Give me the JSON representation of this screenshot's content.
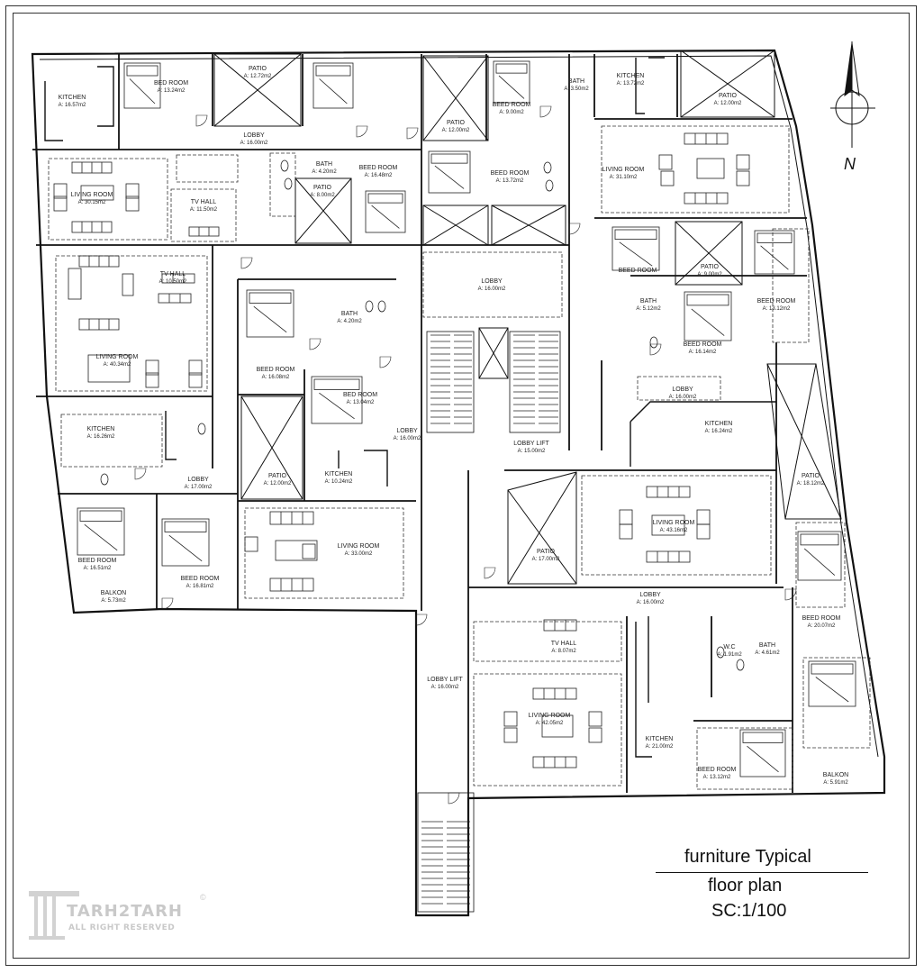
{
  "north_label": "N",
  "title": {
    "line1": "furniture Typical",
    "line2": "floor plan",
    "line3": "SC:1/100"
  },
  "watermark": {
    "name": "TARH2TARH",
    "sub": "ALL RIGHT RESERVED",
    "mark": "©"
  },
  "rooms": [
    {
      "id": "kitchen-nw",
      "name": "KITCHEN",
      "area": "A: 16.57m2"
    },
    {
      "id": "bed-nw-1",
      "name": "BED ROOM",
      "area": "A: 13.24m2"
    },
    {
      "id": "patio-n-1",
      "name": "PATIO",
      "area": "A: 12.72m2"
    },
    {
      "id": "patio-n-2",
      "name": "PATIO",
      "area": "A: 12.00m2"
    },
    {
      "id": "bed-n-small",
      "name": "BEED ROOM",
      "area": "A: 9.00m2"
    },
    {
      "id": "bath-n",
      "name": "BATH",
      "area": "A: 3.50m2"
    },
    {
      "id": "kitchen-ne",
      "name": "KITCHEN",
      "area": "A: 13.72m2"
    },
    {
      "id": "patio-ne",
      "name": "PATIO",
      "area": "A: 12.00m2"
    },
    {
      "id": "lobby-nw",
      "name": "LOBBY",
      "area": "A: 16.00m2"
    },
    {
      "id": "living-nw",
      "name": "LIVING ROOM",
      "area": "A: 30.15m2"
    },
    {
      "id": "tvhall-nw",
      "name": "TV HALL",
      "area": "A: 11.50m2"
    },
    {
      "id": "bath-nw",
      "name": "BATH",
      "area": "A: 4.20m2"
    },
    {
      "id": "patio-nw-small",
      "name": "PATIO",
      "area": "A: 8.00m2"
    },
    {
      "id": "bed-nw-2",
      "name": "BEED ROOM",
      "area": "A: 16.48m2"
    },
    {
      "id": "bed-n-2",
      "name": "BEED ROOM",
      "area": "A: 13.72m2"
    },
    {
      "id": "living-ne",
      "name": "LIVING ROOM",
      "area": "A: 31.10m2"
    },
    {
      "id": "lobby-core",
      "name": "LOBBY",
      "area": "A: 16.00m2"
    },
    {
      "id": "tvhall-w",
      "name": "TV HALL",
      "area": "A: 10.50m2"
    },
    {
      "id": "living-w",
      "name": "LIVING ROOM",
      "area": "A: 40.34m2"
    },
    {
      "id": "bed-w-c1",
      "name": "BEED ROOM",
      "area": "A: 16.08m2"
    },
    {
      "id": "bath-w-c",
      "name": "BATH",
      "area": "A: 4.20m2"
    },
    {
      "id": "bed-w-c2",
      "name": "BED ROOM",
      "area": "A: 13.04m2"
    },
    {
      "id": "kitchen-w",
      "name": "KITCHEN",
      "area": "A: 16.26m2"
    },
    {
      "id": "lobby-w",
      "name": "LOBBY",
      "area": "A: 17.00m2"
    },
    {
      "id": "patio-w-c",
      "name": "PATIO",
      "area": "A: 12.00m2"
    },
    {
      "id": "kitchen-w-c",
      "name": "KITCHEN",
      "area": "A: 10.24m2"
    },
    {
      "id": "lobby-w-v",
      "name": "LOBBY",
      "area": "A: 16.00m2"
    },
    {
      "id": "bed-sw",
      "name": "BEED ROOM",
      "area": "A: 16.51m2"
    },
    {
      "id": "bed-sw-2",
      "name": "BEED ROOM",
      "area": "A: 16.81m2"
    },
    {
      "id": "balcony-sw",
      "name": "BALKON",
      "area": "A: 5.73m2"
    },
    {
      "id": "living-w-s",
      "name": "LIVING ROOM",
      "area": "A: 33.00m2"
    },
    {
      "id": "lobby-lift",
      "name": "LOBBY LIFT",
      "area": "A: 15.00m2"
    },
    {
      "id": "bed-e-1",
      "name": "BEED ROOM",
      "area": ""
    },
    {
      "id": "patio-e",
      "name": "PATIO",
      "area": "A: 9.00m2"
    },
    {
      "id": "bed-e-2",
      "name": "BEED ROOM",
      "area": "A: 13.12m2"
    },
    {
      "id": "bath-e",
      "name": "BATH",
      "area": "A: 5.12m2"
    },
    {
      "id": "bed-e-3",
      "name": "BEED ROOM",
      "area": "A: 16.14m2"
    },
    {
      "id": "lobby-e",
      "name": "LOBBY",
      "area": "A: 16.00m2"
    },
    {
      "id": "kitchen-e",
      "name": "KITCHEN",
      "area": "A: 16.24m2"
    },
    {
      "id": "patio-e-2",
      "name": "PATIO",
      "area": "A: 18.12m2"
    },
    {
      "id": "living-e",
      "name": "LIVING ROOM",
      "area": "A: 43.16m2"
    },
    {
      "id": "patio-c",
      "name": "PATIO",
      "area": "A: 17.00m2"
    },
    {
      "id": "lobby-se",
      "name": "LOBBY",
      "area": "A: 16.00m2"
    },
    {
      "id": "bed-se-1",
      "name": "BEED ROOM",
      "area": "A: 20.07m2"
    },
    {
      "id": "tvhall-se",
      "name": "TV HALL",
      "area": "A: 8.07m2"
    },
    {
      "id": "wc-se",
      "name": "W.C",
      "area": "A: 1.91m2"
    },
    {
      "id": "bath-se",
      "name": "BATH",
      "area": "A: 4.61m2"
    },
    {
      "id": "lobby-lift-s",
      "name": "LOBBY LIFT",
      "area": "A: 16.00m2"
    },
    {
      "id": "living-se",
      "name": "LIVING ROOM",
      "area": "A: 42.05m2"
    },
    {
      "id": "kitchen-se",
      "name": "KITCHEN",
      "area": "A: 21.00m2"
    },
    {
      "id": "bed-se-2",
      "name": "BEED ROOM",
      "area": "A: 13.12m2"
    },
    {
      "id": "balcony-se",
      "name": "BALKON",
      "area": "A: 5.91m2"
    }
  ]
}
